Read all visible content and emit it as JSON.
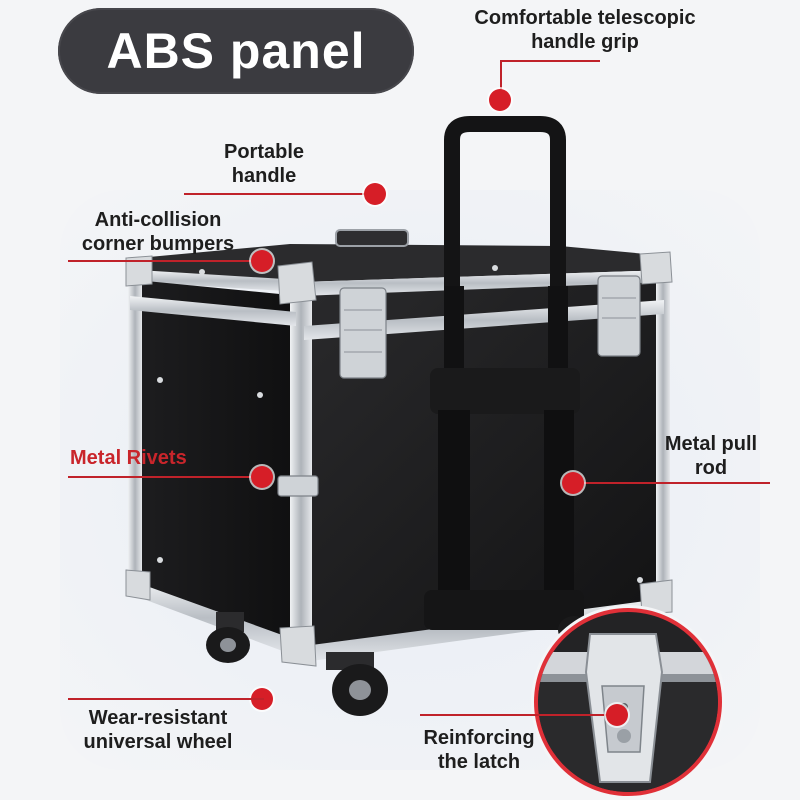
{
  "title": "ABS panel",
  "labels": {
    "telescopic": "Comfortable telescopic\nhandle grip",
    "portable": "Portable\nhandle",
    "bumpers": "Anti-collision\ncorner bumpers",
    "rivets": "Metal Rivets",
    "pull_rod": "Metal pull\nrod",
    "wheel": "Wear-resistant\nuniversal wheel",
    "latch": "Reinforcing\nthe latch"
  },
  "colors": {
    "accent": "#d61e27",
    "title_bg": "#3b3b40",
    "case_body": "#1b1b1c",
    "aluminum": "#c9cdd2"
  }
}
